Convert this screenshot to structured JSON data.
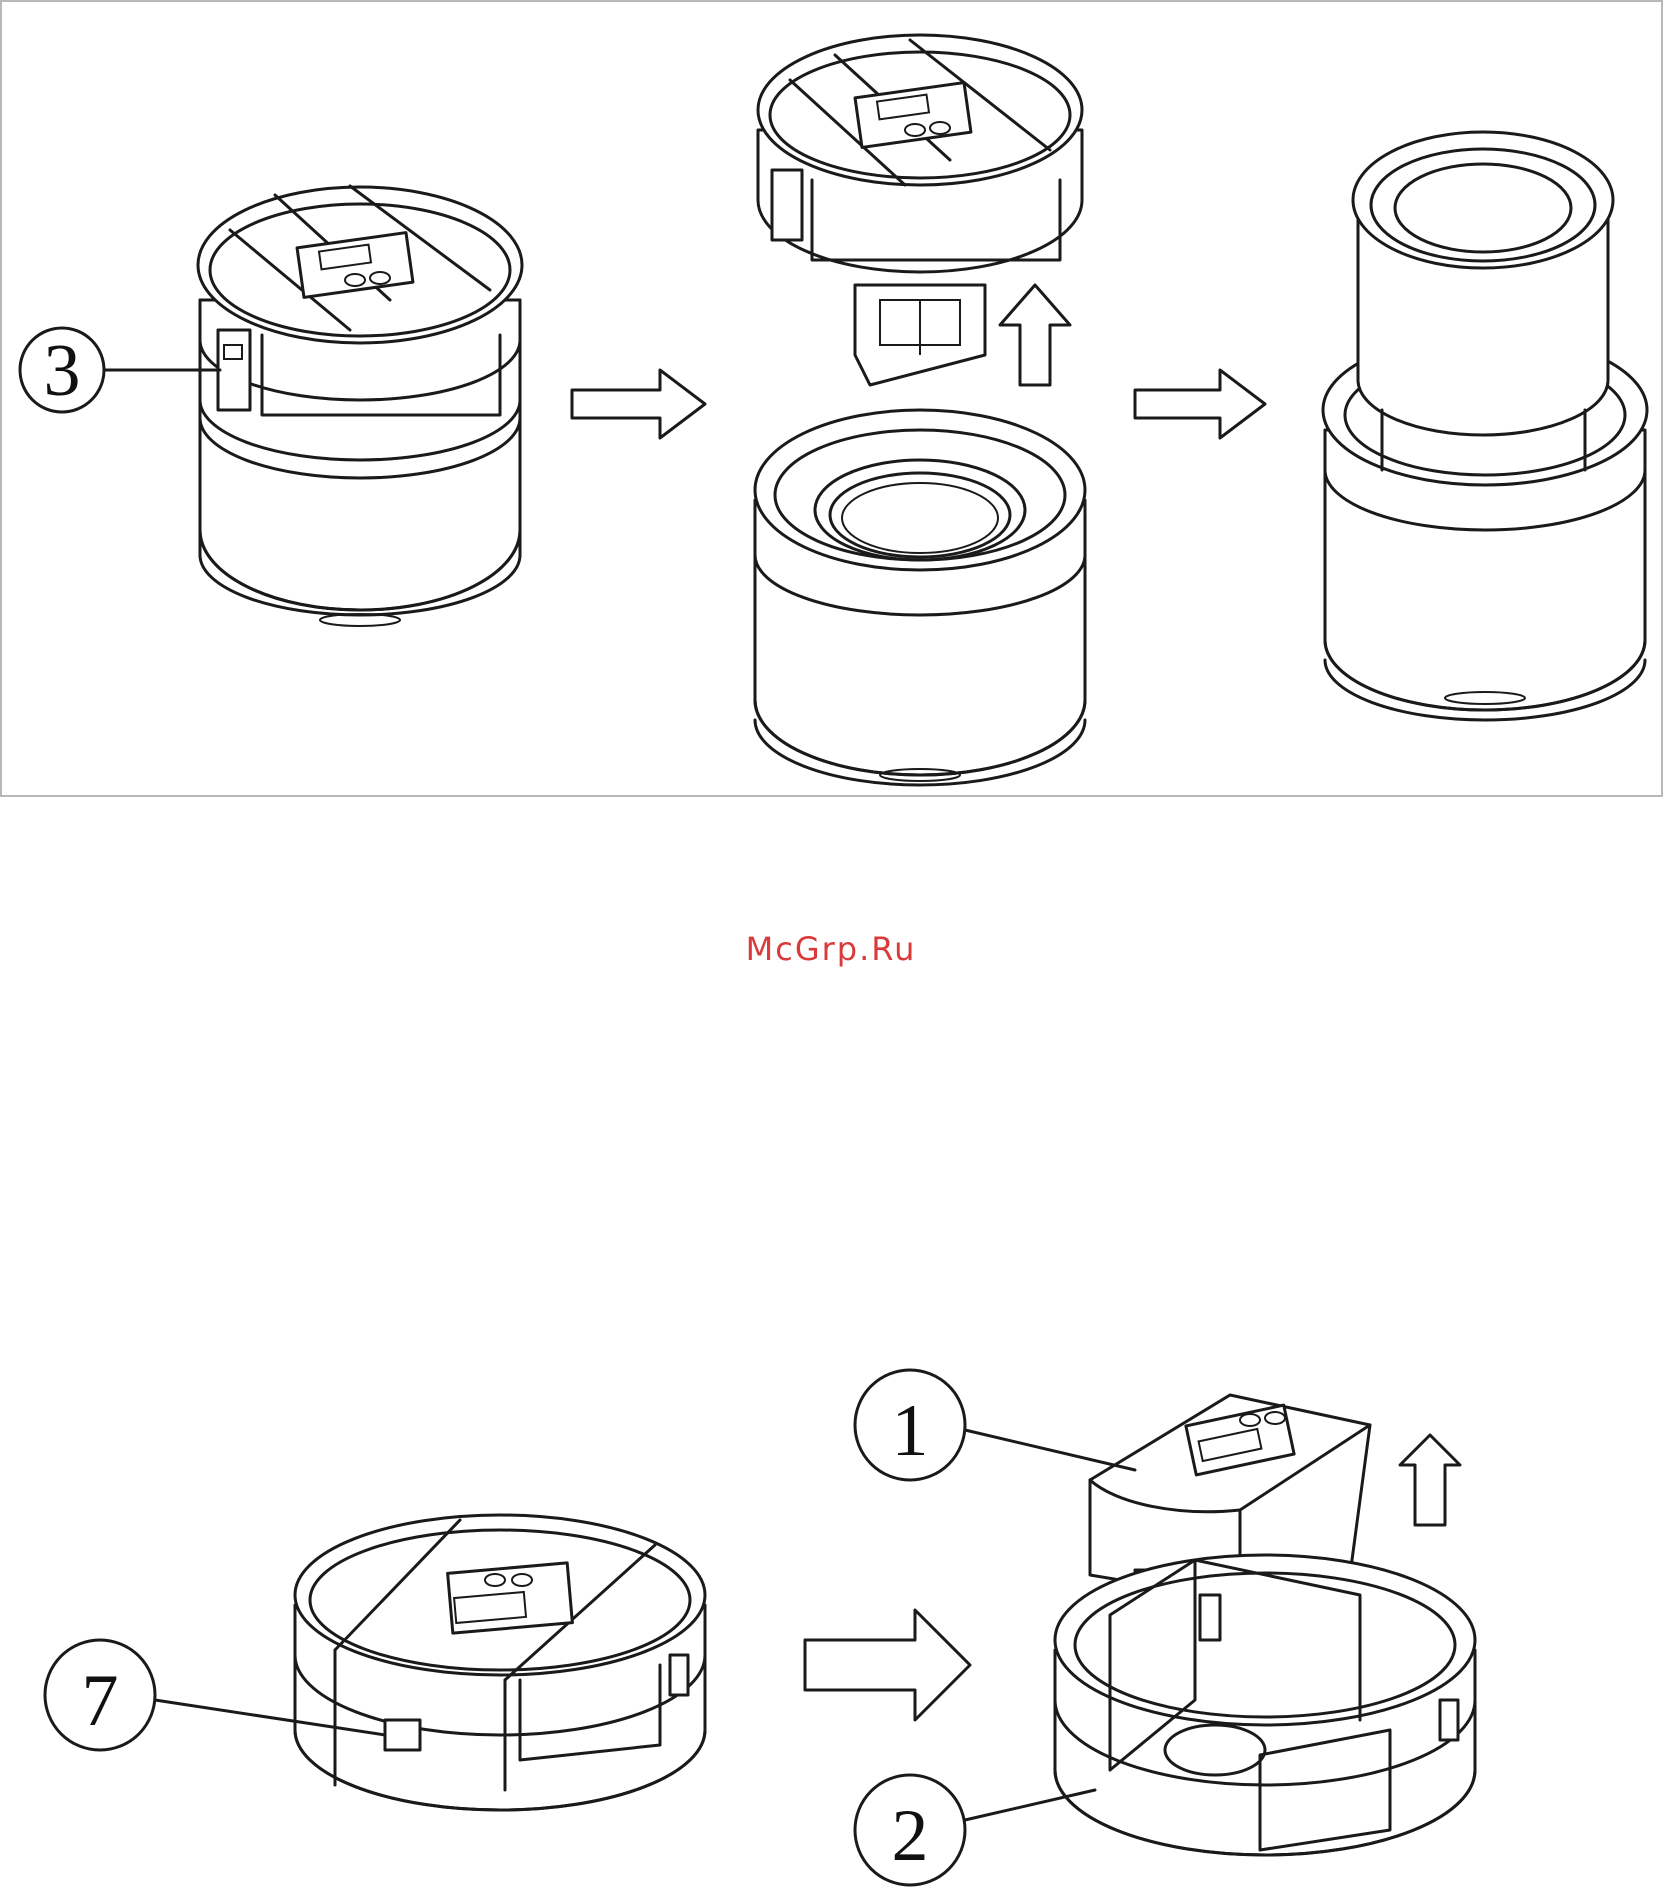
{
  "watermark": {
    "text": "McGrp.Ru",
    "color": "#d93a3a"
  },
  "top_panel": {
    "callouts": [
      {
        "label": "3"
      }
    ],
    "arrows": [
      "right-arrow-icon",
      "up-arrow-icon",
      "right-arrow-icon"
    ]
  },
  "bottom_panel": {
    "callouts": [
      {
        "label": "7"
      },
      {
        "label": "1"
      },
      {
        "label": "2"
      }
    ],
    "arrows": [
      "right-arrow-icon",
      "up-arrow-icon"
    ]
  },
  "colors": {
    "line": "#1a1a1a",
    "frame": "#b8b8b8",
    "background": "#ffffff"
  }
}
